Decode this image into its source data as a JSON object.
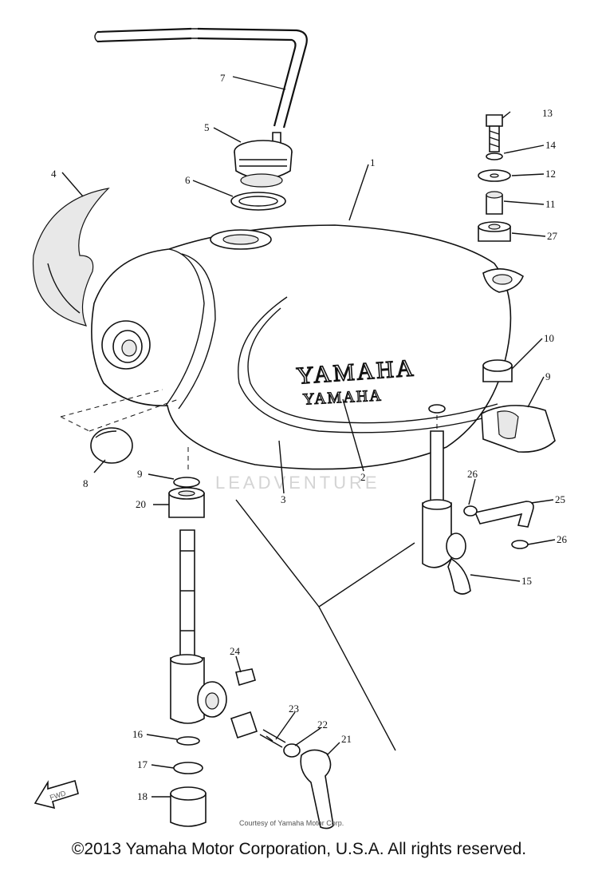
{
  "diagram": {
    "brand_text": "YAMAHA",
    "watermark": "LEADVENTURE",
    "fwd_label": "FWD",
    "callouts": {
      "p1": "1",
      "p2": "2",
      "p3": "3",
      "p4": "4",
      "p5": "5",
      "p6": "6",
      "p7": "7",
      "p8": "8",
      "p9a": "9",
      "p9b": "9",
      "p10": "10",
      "p11": "11",
      "p12": "12",
      "p13": "13",
      "p14": "14",
      "p15": "15",
      "p16": "16",
      "p17": "17",
      "p18": "18",
      "p20": "20",
      "p21": "21",
      "p22": "22",
      "p23": "23",
      "p24": "24",
      "p25": "25",
      "p26a": "26",
      "p26b": "26",
      "p27": "27"
    },
    "small_print": "Courtesy of Yamaha Motor Corp."
  },
  "footer": {
    "copyright": "©2013 Yamaha Motor Corporation, U.S.A. All rights reserved."
  }
}
